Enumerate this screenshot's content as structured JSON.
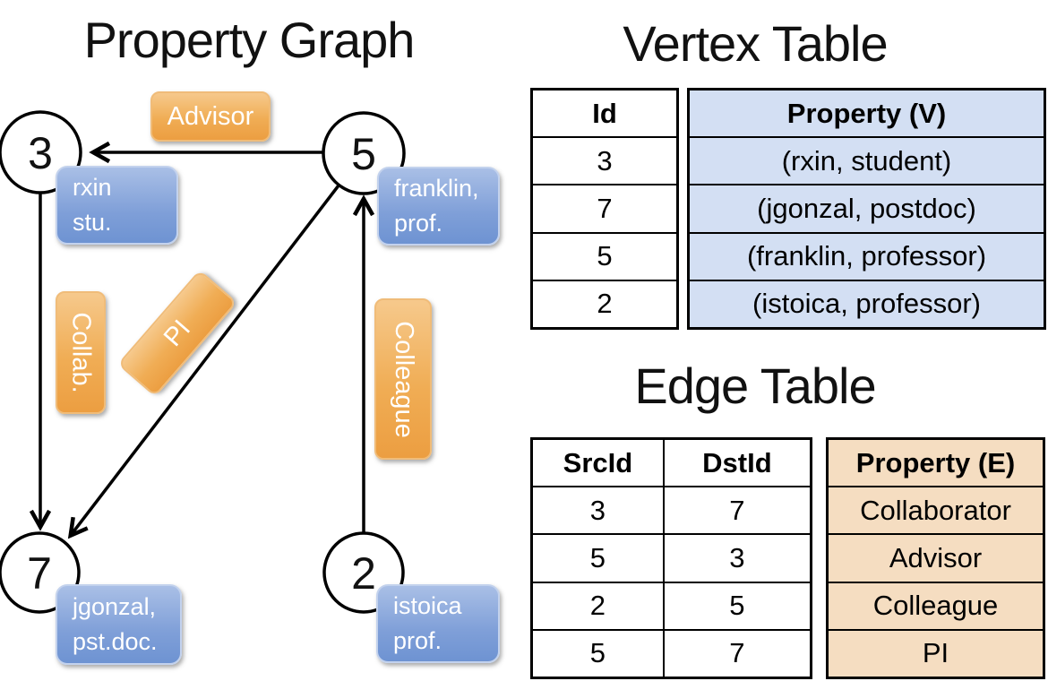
{
  "graph": {
    "title": "Property Graph",
    "nodes": [
      {
        "id": "3"
      },
      {
        "id": "5"
      },
      {
        "id": "7"
      },
      {
        "id": "2"
      }
    ],
    "vertex_labels": [
      {
        "line1": "rxin",
        "line2": "stu."
      },
      {
        "line1": "franklin,",
        "line2": "prof."
      },
      {
        "line1": "jgonzal,",
        "line2": "pst.doc."
      },
      {
        "line1": "istoica",
        "line2": "prof."
      }
    ],
    "edge_labels": {
      "advisor": "Advisor",
      "collab": "Collab.",
      "pi": "PI",
      "colleague": "Colleague"
    }
  },
  "vertex_table": {
    "title": "Vertex Table",
    "id_header": "Id",
    "property_header": "Property (V)",
    "rows": [
      {
        "id": "3",
        "property": "(rxin, student)"
      },
      {
        "id": "7",
        "property": "(jgonzal, postdoc)"
      },
      {
        "id": "5",
        "property": "(franklin, professor)"
      },
      {
        "id": "2",
        "property": "(istoica, professor)"
      }
    ]
  },
  "edge_table": {
    "title": "Edge Table",
    "src_header": "SrcId",
    "dst_header": "DstId",
    "property_header": "Property (E)",
    "rows": [
      {
        "src": "3",
        "dst": "7",
        "property": "Collaborator"
      },
      {
        "src": "5",
        "dst": "3",
        "property": "Advisor"
      },
      {
        "src": "2",
        "dst": "5",
        "property": "Colleague"
      },
      {
        "src": "5",
        "dst": "7",
        "property": "PI"
      }
    ]
  },
  "colors": {
    "edge_label_orange": "#EC9E41",
    "vertex_label_blue": "#6E93D2",
    "vertex_property_bg": "#D3DFF3",
    "edge_property_bg": "#F5DDC1",
    "line_black": "#000000"
  }
}
